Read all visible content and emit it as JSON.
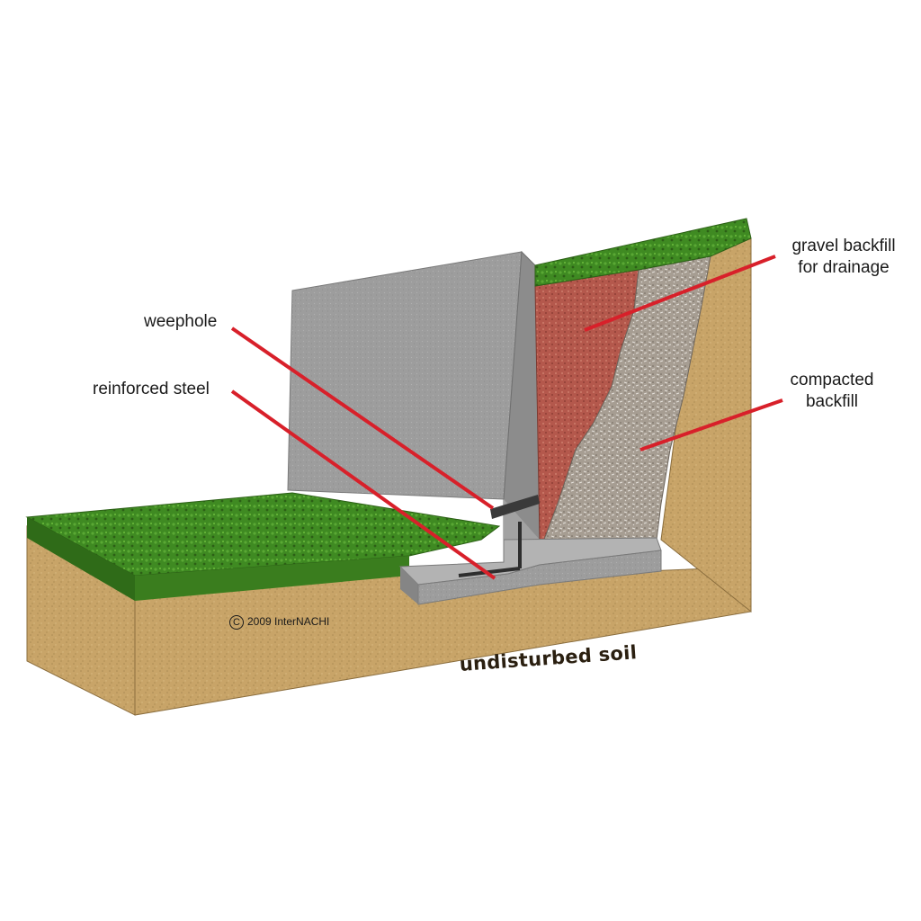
{
  "labels": {
    "weephole": "weephole",
    "reinforced_steel": "reinforced steel",
    "gravel_line1": "gravel backfill",
    "gravel_line2": "for drainage",
    "compacted_line1": "compacted",
    "compacted_line2": "backfill",
    "undisturbed_soil": "undisturbed soil"
  },
  "copyright": {
    "symbol": "C",
    "text": "2009  InterNACHI"
  },
  "colors": {
    "grass": "#3f8a22",
    "grass_dark": "#2c6016",
    "soil": "#c8a468",
    "soil_dark": "#a78550",
    "concrete": "#9b9b9b",
    "concrete_dark": "#8a8a8a",
    "gravel_red": "#b4584c",
    "compacted": "#a69d92",
    "leader": "#d8202a",
    "steel": "#2e2e2e"
  }
}
